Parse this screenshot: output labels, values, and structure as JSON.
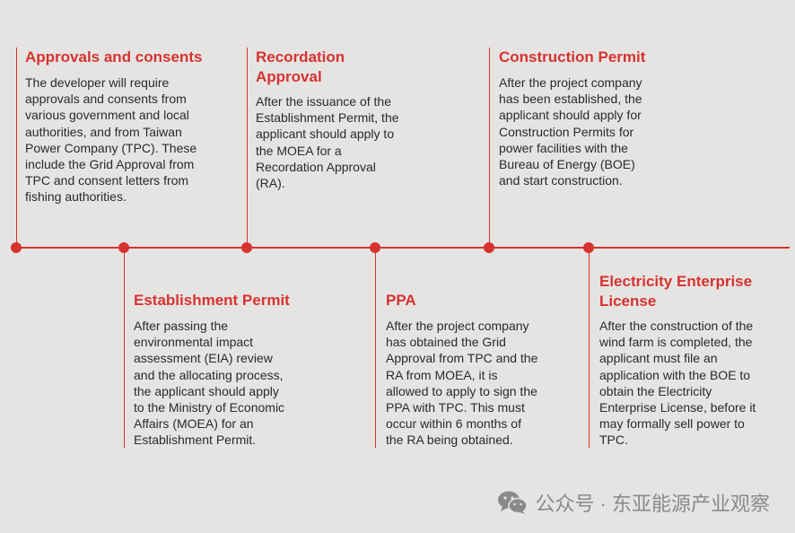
{
  "colors": {
    "accent": "#d6332f",
    "background": "#e6e4e3",
    "text": "#2a2a2a",
    "watermark": "#8a8a8a"
  },
  "milestones": [
    {
      "title": "Approvals and consents",
      "text": "The developer will require\napprovals and consents from\nvarious government and local\nauthorities, and from Taiwan\nPower Company (TPC). These\ninclude the Grid Approval from\nTPC and consent letters from\nfishing authorities."
    },
    {
      "title": "Establishment Permit",
      "text": "After passing the\nenvironmental impact\nassessment (EIA) review\nand the allocating process,\nthe applicant should apply\nto the Ministry of Economic\nAffairs (MOEA) for an\nEstablishment Permit."
    },
    {
      "title": "Recordation\nApproval",
      "text": "After the issuance of the\nEstablishment Permit, the\napplicant should apply to\nthe MOEA for a\nRecordation Approval\n(RA)."
    },
    {
      "title": "PPA",
      "text": "After the project company\nhas obtained the Grid\nApproval from TPC and the\nRA from MOEA, it is\nallowed to apply to sign the\nPPA with TPC. This must\noccur within 6 months of\nthe RA being obtained."
    },
    {
      "title": "Construction Permit",
      "text": "After the project company\nhas been established, the\napplicant should apply for\nConstruction Permits for\npower facilities with the\nBureau of Energy (BOE)\nand start construction."
    },
    {
      "title": "Electricity Enterprise\nLicense",
      "text": "After the construction of the\nwind farm is completed, the\napplicant must file an\napplication with the BOE to\nobtain the Electricity\nEnterprise License, before it\nmay formally sell power to\nTPC."
    }
  ],
  "watermark": {
    "icon": "wechat-icon",
    "text": "公众号 · 东亚能源产业观察"
  }
}
